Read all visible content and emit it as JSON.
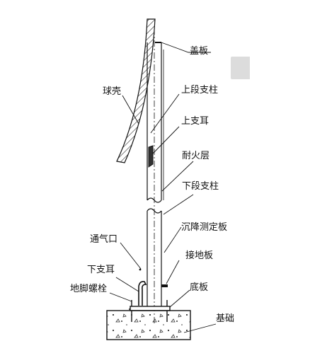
{
  "diagram": {
    "labels": {
      "cover_plate": "盖板",
      "spherical_shell": "球壳",
      "upper_column": "上段支柱",
      "upper_lug": "上支耳",
      "fireproof_layer": "耐火层",
      "lower_column": "下段支柱",
      "settlement_plate": "沉降测定板",
      "vent": "通气口",
      "grounding_plate": "接地板",
      "lower_lug": "下支耳",
      "bottom_plate": "底板",
      "anchor_bolt": "地脚螺栓",
      "foundation": "基础"
    }
  },
  "colors": {
    "line": "#111111",
    "side_tab": "#dcdcdc"
  }
}
